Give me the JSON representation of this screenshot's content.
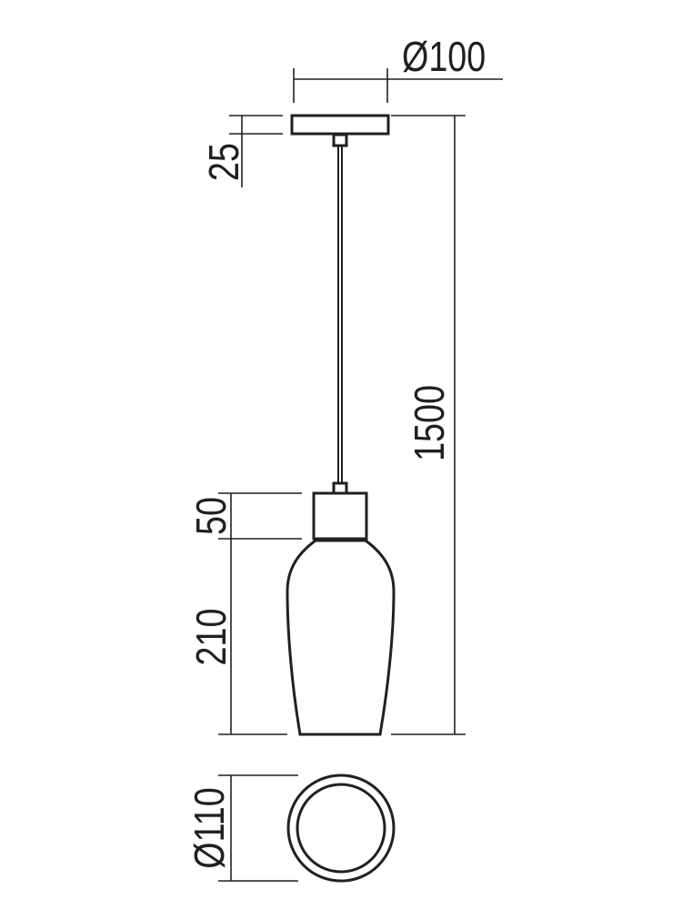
{
  "drawing": {
    "title": "Pendant lamp dimensions",
    "units": "mm",
    "dimensions": {
      "canopy_diameter": "Ø100",
      "canopy_height": "25",
      "total_height": "1500",
      "holder_height": "50",
      "shade_height": "210",
      "shade_diameter": "Ø110"
    },
    "line_color": "#231f20"
  }
}
